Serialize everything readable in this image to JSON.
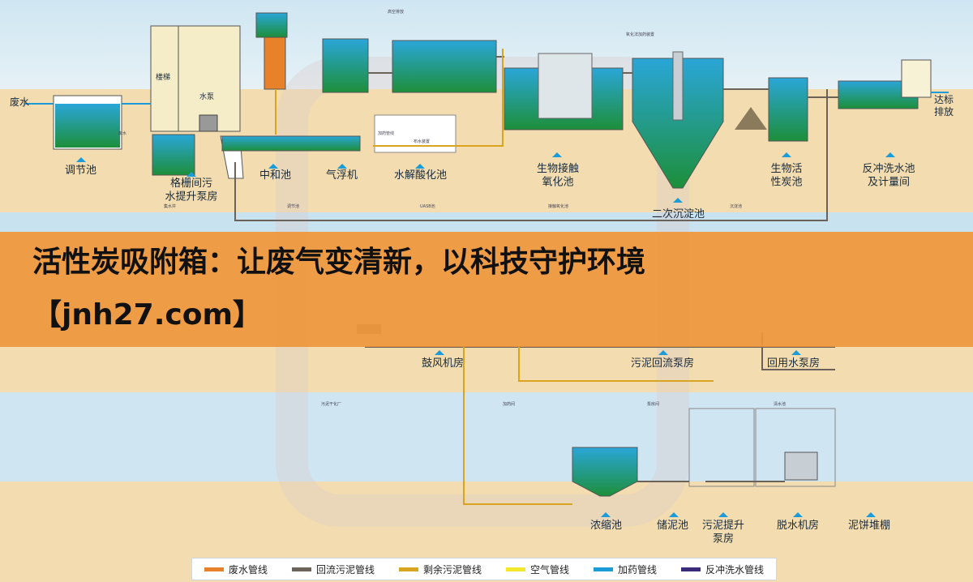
{
  "labels": {
    "wastewater": "废水",
    "discharge": "达标\n排放",
    "stairs": "楼梯",
    "pump": "水泵",
    "highpoint": "高空排放",
    "dosing_device": "氧化法加药装置",
    "adjust_tank": "调节池",
    "grille_room": "格栅间污\n水提升泵房",
    "neutral_tank": "中和池",
    "air_float": "气浮机",
    "hydrolysis_tank": "水解酸化池",
    "bio_contact": "生物接触\n氧化池",
    "secondary_settle": "二次沉淀池",
    "bio_carbon": "生物活\n性炭池",
    "backwash_tank": "反冲洗水池\n及计量间",
    "blower_room": "鼓风机房",
    "sludge_return": "污泥回流泵房",
    "reuse_pump": "回用水泵房",
    "thicken_tank": "浓缩池",
    "sludge_store": "储泥池",
    "sludge_lift": "污泥提升\n泵房",
    "dewater_room": "脱水机房",
    "cake_shed": "泥饼堆棚"
  },
  "small_labels": {
    "waste_in": "废水",
    "collect_well": "集水井",
    "adjust_small": "调节池",
    "uasb": "UASB池",
    "contact_small": "接触氧化池",
    "settle_small": "沉淀池",
    "dosing_pipe": "加药管线",
    "water_distributor": "布水装置",
    "sludge_dry": "污泥干化厂",
    "dosing_room": "加药间",
    "pump_room": "泵房间",
    "clear_pool": "清水池"
  },
  "banner": {
    "title": "活性炭吸附箱：让废气变清新，以科技守护环境",
    "subtitle": "【jnh27.com】"
  },
  "legend": [
    {
      "label": "废水管线",
      "color": "#e8822a"
    },
    {
      "label": "回流污泥管线",
      "color": "#6b6259"
    },
    {
      "label": "剩余污泥管线",
      "color": "#d9a520"
    },
    {
      "label": "空气管线",
      "color": "#f2e82a"
    },
    {
      "label": "加药管线",
      "color": "#1b9cd8"
    },
    {
      "label": "反冲洗水管线",
      "color": "#3a2a7a"
    }
  ]
}
